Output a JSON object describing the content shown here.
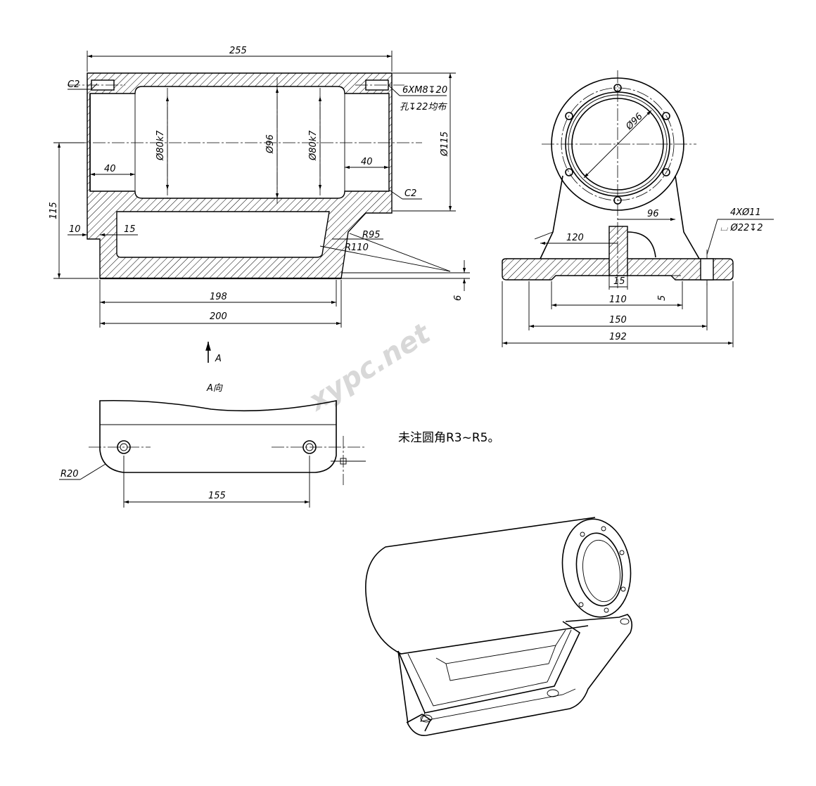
{
  "views": {
    "front": {
      "dims": {
        "overall_length": "255",
        "height_115": "115",
        "dia_80_left": "Ø80k7",
        "dia_96": "Ø96",
        "dia_80_right": "Ø80k7",
        "depth_40_left": "40",
        "depth_40_right": "40",
        "chamfer_top": "C2",
        "chamfer_bottom": "C2",
        "thread_note_1": "6XM8↧20",
        "thread_note_2": "孔↧22均布",
        "dia_115": "Ø115",
        "dim_10": "10",
        "dim_15": "15",
        "radius_95": "R95",
        "radius_110": "R110",
        "dim_6": "6",
        "dim_198": "198",
        "dim_200": "200"
      },
      "view_arrow_label": "A"
    },
    "side": {
      "dims": {
        "dia_96": "Ø96",
        "dim_96": "96",
        "dim_120": "120",
        "holes_note_1": "4XØ11",
        "holes_note_2": "⌴ Ø22↧2",
        "dim_15": "15",
        "dim_110": "110",
        "dim_5": "5",
        "dim_150": "150",
        "dim_192": "192"
      }
    },
    "bottom": {
      "title": "A向",
      "dims": {
        "radius_20": "R20",
        "dim_155": "155"
      }
    }
  },
  "note": "未注圆角R3~R5。",
  "watermark": "xypc.net"
}
